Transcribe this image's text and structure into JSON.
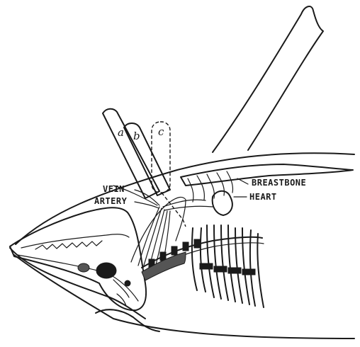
{
  "labels": {
    "breastbone": "BREASTBONE",
    "heart": "HEART",
    "vein": "VEIN",
    "artery": "ARTERY"
  },
  "flipper_positions": {
    "a": "a",
    "b": "b",
    "c": "c"
  }
}
